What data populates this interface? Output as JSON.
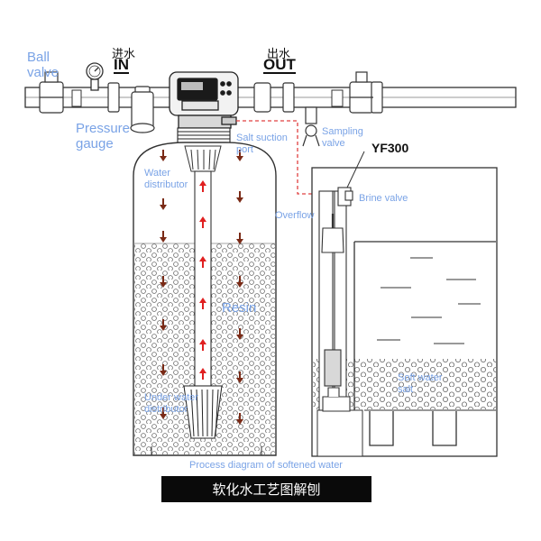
{
  "labels": {
    "ball_valve": "Ball\nvalve",
    "pressure_gauge": "Pressure\ngauge",
    "inlet_cn": "进水",
    "inlet_en": "IN",
    "outlet_cn": "出水",
    "outlet_en": "OUT",
    "salt_suction_port": "Salt suction\nport",
    "sampling_valve": "Sampling\nvalve",
    "model": "YF300",
    "brine_valve": "Brine valve",
    "water_distributor": "Water\ndistributor",
    "overflow": "Overflow",
    "resin": "Resin",
    "soft_water_salt": "Soft water\nsalt",
    "under_water_distributor": "Under water\ndistributor",
    "process_title": "Process diagram of softened water",
    "caption_cn": "软化水工艺图解刨"
  },
  "colors": {
    "label_blue": "#7aa3e6",
    "arrow_brown": "#7a2a16",
    "arrow_red": "#e02020",
    "brine_line": "#e04040",
    "caption_bg": "#0a0a0a"
  }
}
